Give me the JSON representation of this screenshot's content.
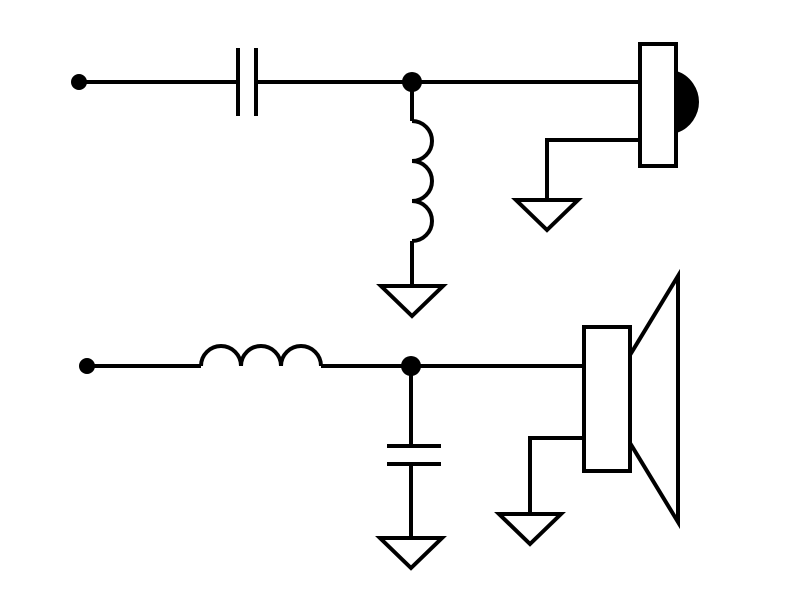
{
  "diagram": {
    "kind": "crossover-schematic",
    "colors": {
      "stroke": "#000000",
      "background": "#ffffff"
    },
    "circuits": [
      {
        "name": "high-pass",
        "series_component": "capacitor",
        "shunt_component": "inductor",
        "load": "tweeter"
      },
      {
        "name": "low-pass",
        "series_component": "inductor",
        "shunt_component": "capacitor",
        "load": "woofer"
      }
    ]
  }
}
